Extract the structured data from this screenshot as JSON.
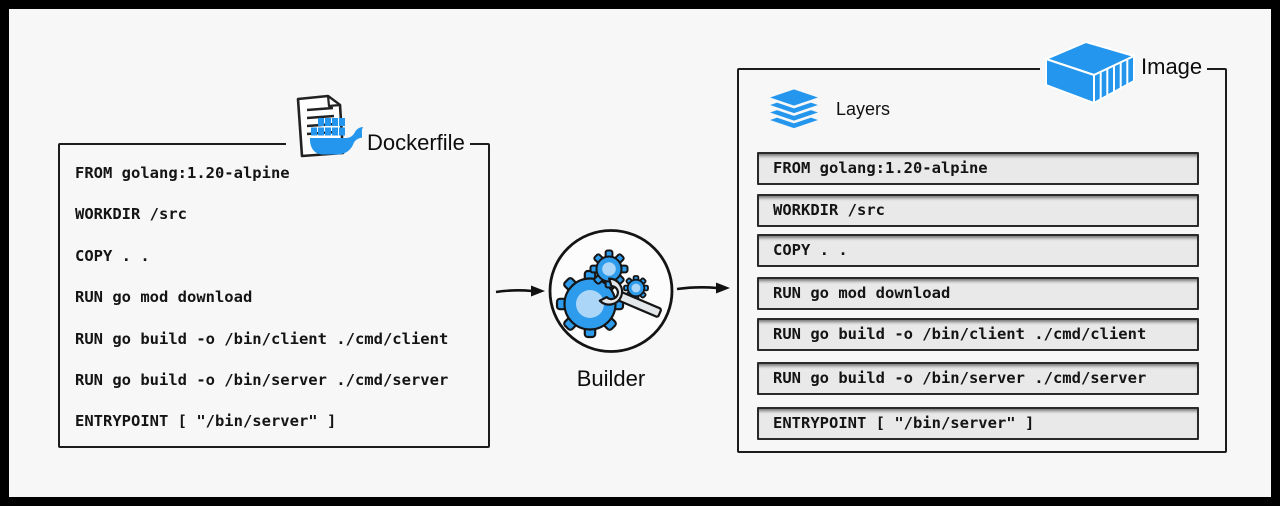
{
  "colors": {
    "docker_blue": "#2496ed",
    "gear_fill_light": "#abd6f8",
    "row_background": "#e9e9e9",
    "canvas_background": "#f7f7f7",
    "frame_border": "#000000",
    "ink": "#141414"
  },
  "dockerfile_box": {
    "title": "Dockerfile",
    "lines": [
      "FROM golang:1.20-alpine",
      "WORKDIR /src",
      "COPY . .",
      "RUN go mod download",
      "RUN go build -o /bin/client ./cmd/client",
      "RUN go build -o /bin/server ./cmd/server",
      "ENTRYPOINT [ \"/bin/server\" ]"
    ]
  },
  "builder": {
    "label": "Builder"
  },
  "image_box": {
    "title": "Image",
    "layers_label": "Layers",
    "layers": [
      "FROM golang:1.20-alpine",
      "WORKDIR /src",
      "COPY . .",
      "RUN go mod download",
      "RUN go build -o /bin/client ./cmd/client",
      "RUN go build -o /bin/server ./cmd/server",
      "ENTRYPOINT [ \"/bin/server\" ]"
    ]
  }
}
